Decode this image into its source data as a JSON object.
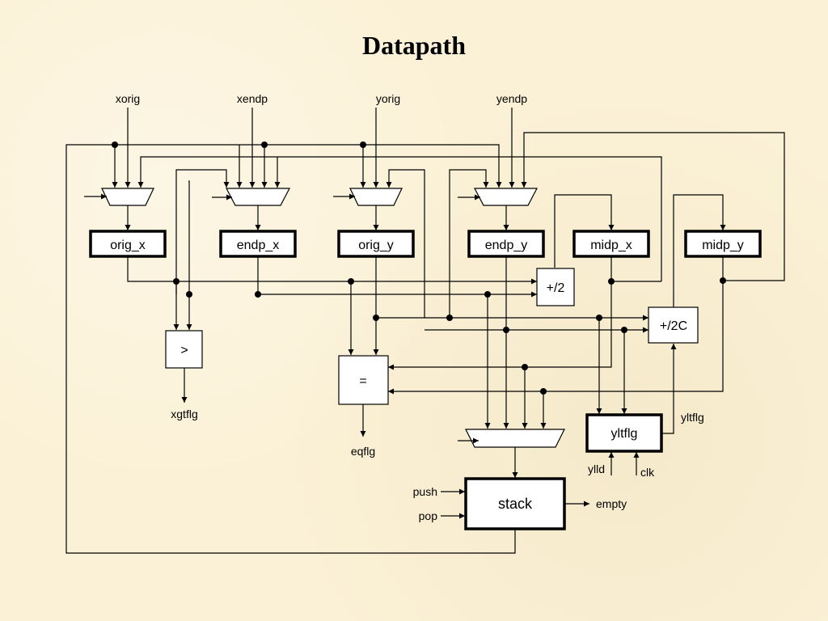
{
  "title": "Datapath",
  "inputs": {
    "xorig": "xorig",
    "xendp": "xendp",
    "yorig": "yorig",
    "yendp": "yendp"
  },
  "registers": {
    "orig_x": "orig_x",
    "endp_x": "endp_x",
    "orig_y": "orig_y",
    "endp_y": "endp_y",
    "midp_x": "midp_x",
    "midp_y": "midp_y"
  },
  "units": {
    "div2": "+/2",
    "div2c": "+/2C",
    "gt": ">",
    "eq": "=",
    "stack": "stack",
    "yltflg": "yltflg"
  },
  "signals": {
    "xgtflg": "xgtflg",
    "eqflg": "eqflg",
    "yltflg_out": "yltflg",
    "ylld": "ylld",
    "clk": "clk",
    "push": "push",
    "pop": "pop",
    "empty": "empty"
  }
}
